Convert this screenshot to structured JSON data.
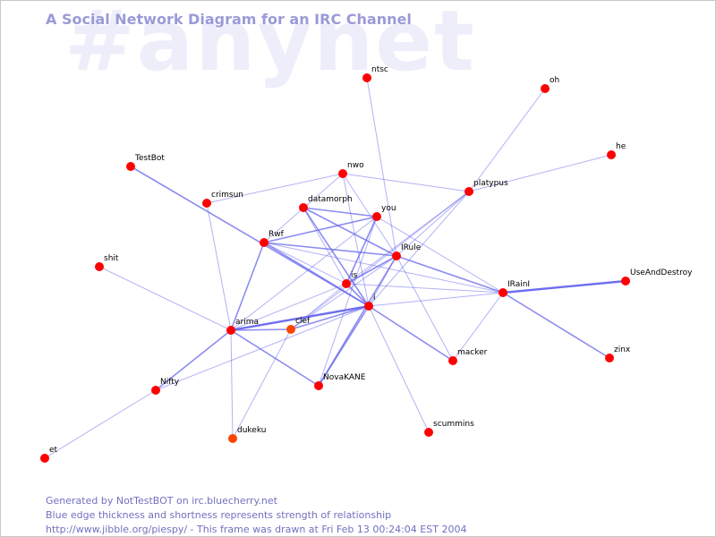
{
  "watermark": "#anynet",
  "title": "A Social Network Diagram for an IRC Channel",
  "footer": {
    "line1": "Generated by NotTestBOT on irc.bluecherry.net",
    "line2": "Blue edge thickness and shortness represents strength of relationship",
    "line3": "http://www.jibble.org/piespy/ - This frame was drawn at Fri Feb 13 00:24:04 EST 2004"
  },
  "colors": {
    "node": "#ff0000",
    "node_alt": "#ff4400",
    "edge": "#6666ee",
    "title": "#9a9ad8"
  },
  "nodes": [
    {
      "id": "ntsc",
      "label": "ntsc"
    },
    {
      "id": "oh",
      "label": "oh"
    },
    {
      "id": "he",
      "label": "he"
    },
    {
      "id": "TestBot",
      "label": "TestBot"
    },
    {
      "id": "nwo",
      "label": "nwo"
    },
    {
      "id": "platypus",
      "label": "platypus"
    },
    {
      "id": "crimsun",
      "label": "crimsun"
    },
    {
      "id": "datamorph",
      "label": "datamorph"
    },
    {
      "id": "you",
      "label": "you"
    },
    {
      "id": "Rwf",
      "label": "Rwf"
    },
    {
      "id": "IRule",
      "label": "IRule"
    },
    {
      "id": "shit",
      "label": "shit"
    },
    {
      "id": "is",
      "label": "is"
    },
    {
      "id": "IRainI",
      "label": "IRainI"
    },
    {
      "id": "UseAndDestroy",
      "label": "UseAndDestroy"
    },
    {
      "id": "i",
      "label": "i"
    },
    {
      "id": "arima",
      "label": "arima"
    },
    {
      "id": "clef",
      "label": "clef"
    },
    {
      "id": "macker",
      "label": "macker"
    },
    {
      "id": "zinx",
      "label": "zinx"
    },
    {
      "id": "Nifty",
      "label": "Nifty"
    },
    {
      "id": "NovaKANE",
      "label": "NovaKANE"
    },
    {
      "id": "scummins",
      "label": "scummins"
    },
    {
      "id": "dukeku",
      "label": "dukeku"
    },
    {
      "id": "et",
      "label": "et"
    }
  ],
  "edges": [
    [
      "ntsc",
      "IRule",
      1
    ],
    [
      "oh",
      "platypus",
      1
    ],
    [
      "he",
      "platypus",
      1
    ],
    [
      "TestBot",
      "i",
      2
    ],
    [
      "crimsun",
      "nwo",
      1
    ],
    [
      "crimsun",
      "arima",
      1
    ],
    [
      "shit",
      "arima",
      1
    ],
    [
      "nwo",
      "platypus",
      1
    ],
    [
      "nwo",
      "i",
      1
    ],
    [
      "nwo",
      "IRule",
      1
    ],
    [
      "nwo",
      "Rwf",
      1
    ],
    [
      "datamorph",
      "you",
      2
    ],
    [
      "datamorph",
      "IRule",
      2
    ],
    [
      "datamorph",
      "i",
      2
    ],
    [
      "datamorph",
      "is",
      1
    ],
    [
      "you",
      "Rwf",
      2
    ],
    [
      "you",
      "is",
      2
    ],
    [
      "you",
      "IRainI",
      1
    ],
    [
      "you",
      "NovaKANE",
      1
    ],
    [
      "you",
      "arima",
      1
    ],
    [
      "Rwf",
      "IRule",
      2
    ],
    [
      "Rwf",
      "is",
      1
    ],
    [
      "Rwf",
      "i",
      2
    ],
    [
      "Rwf",
      "arima",
      2
    ],
    [
      "Rwf",
      "IRainI",
      1
    ],
    [
      "platypus",
      "IRule",
      1
    ],
    [
      "platypus",
      "is",
      1
    ],
    [
      "platypus",
      "i",
      1
    ],
    [
      "platypus",
      "clef",
      1
    ],
    [
      "IRule",
      "is",
      2
    ],
    [
      "IRule",
      "IRainI",
      2
    ],
    [
      "IRule",
      "i",
      1
    ],
    [
      "IRule",
      "clef",
      1
    ],
    [
      "IRule",
      "macker",
      1
    ],
    [
      "IRule",
      "NovaKANE",
      2
    ],
    [
      "is",
      "i",
      2
    ],
    [
      "is",
      "clef",
      1
    ],
    [
      "is",
      "IRainI",
      1
    ],
    [
      "is",
      "arima",
      1
    ],
    [
      "IRainI",
      "UseAndDestroy",
      3
    ],
    [
      "IRainI",
      "zinx",
      2
    ],
    [
      "IRainI",
      "i",
      1
    ],
    [
      "IRainI",
      "macker",
      1
    ],
    [
      "i",
      "arima",
      3
    ],
    [
      "i",
      "clef",
      2
    ],
    [
      "i",
      "macker",
      2
    ],
    [
      "i",
      "scummins",
      1
    ],
    [
      "i",
      "NovaKANE",
      2
    ],
    [
      "i",
      "Nifty",
      1
    ],
    [
      "arima",
      "clef",
      2
    ],
    [
      "arima",
      "Nifty",
      2
    ],
    [
      "arima",
      "NovaKANE",
      2
    ],
    [
      "arima",
      "dukeku",
      1
    ],
    [
      "clef",
      "dukeku",
      1
    ],
    [
      "Nifty",
      "et",
      1
    ]
  ]
}
